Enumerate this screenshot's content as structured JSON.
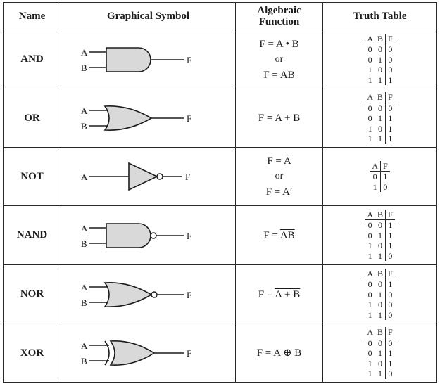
{
  "headers": {
    "name": "Name",
    "symbol": "Graphical Symbol",
    "function_l1": "Algebraic",
    "function_l2": "Function",
    "truth": "Truth Table"
  },
  "gates": [
    {
      "name": "AND",
      "icon": "and-gate-icon",
      "inputs": [
        "A",
        "B"
      ],
      "output": "F",
      "function": [
        {
          "text": "F = A • B",
          "over": ""
        },
        {
          "text": "or",
          "over": ""
        },
        {
          "text": "F = AB",
          "over": ""
        }
      ],
      "table": {
        "cols": [
          "A",
          "B",
          "F"
        ],
        "rows": [
          [
            "0",
            "0",
            "0"
          ],
          [
            "0",
            "1",
            "0"
          ],
          [
            "1",
            "0",
            "0"
          ],
          [
            "1",
            "1",
            "1"
          ]
        ]
      }
    },
    {
      "name": "OR",
      "icon": "or-gate-icon",
      "inputs": [
        "A",
        "B"
      ],
      "output": "F",
      "function": [
        {
          "text": "F = A + B",
          "over": ""
        }
      ],
      "table": {
        "cols": [
          "A",
          "B",
          "F"
        ],
        "rows": [
          [
            "0",
            "0",
            "0"
          ],
          [
            "0",
            "1",
            "1"
          ],
          [
            "1",
            "0",
            "1"
          ],
          [
            "1",
            "1",
            "1"
          ]
        ]
      }
    },
    {
      "name": "NOT",
      "icon": "not-gate-icon",
      "inputs": [
        "A"
      ],
      "output": "F",
      "function": [
        {
          "text": "F = ",
          "over": "A"
        },
        {
          "text": "or",
          "over": ""
        },
        {
          "text": "F = A′",
          "over": ""
        }
      ],
      "table": {
        "cols": [
          "A",
          "F"
        ],
        "rows": [
          [
            "0",
            "1"
          ],
          [
            "1",
            "0"
          ]
        ]
      }
    },
    {
      "name": "NAND",
      "icon": "nand-gate-icon",
      "inputs": [
        "A",
        "B"
      ],
      "output": "F",
      "function": [
        {
          "text": "F = ",
          "over": "AB"
        }
      ],
      "table": {
        "cols": [
          "A",
          "B",
          "F"
        ],
        "rows": [
          [
            "0",
            "0",
            "1"
          ],
          [
            "0",
            "1",
            "1"
          ],
          [
            "1",
            "0",
            "1"
          ],
          [
            "1",
            "1",
            "0"
          ]
        ]
      }
    },
    {
      "name": "NOR",
      "icon": "nor-gate-icon",
      "inputs": [
        "A",
        "B"
      ],
      "output": "F",
      "function": [
        {
          "text": "F = ",
          "over": "A + B"
        }
      ],
      "table": {
        "cols": [
          "A",
          "B",
          "F"
        ],
        "rows": [
          [
            "0",
            "0",
            "1"
          ],
          [
            "0",
            "1",
            "0"
          ],
          [
            "1",
            "0",
            "0"
          ],
          [
            "1",
            "1",
            "0"
          ]
        ]
      }
    },
    {
      "name": "XOR",
      "icon": "xor-gate-icon",
      "inputs": [
        "A",
        "B"
      ],
      "output": "F",
      "function": [
        {
          "text": "F = A ⊕ B",
          "over": ""
        }
      ],
      "table": {
        "cols": [
          "A",
          "B",
          "F"
        ],
        "rows": [
          [
            "0",
            "0",
            "0"
          ],
          [
            "0",
            "1",
            "1"
          ],
          [
            "1",
            "0",
            "1"
          ],
          [
            "1",
            "1",
            "0"
          ]
        ]
      }
    }
  ]
}
